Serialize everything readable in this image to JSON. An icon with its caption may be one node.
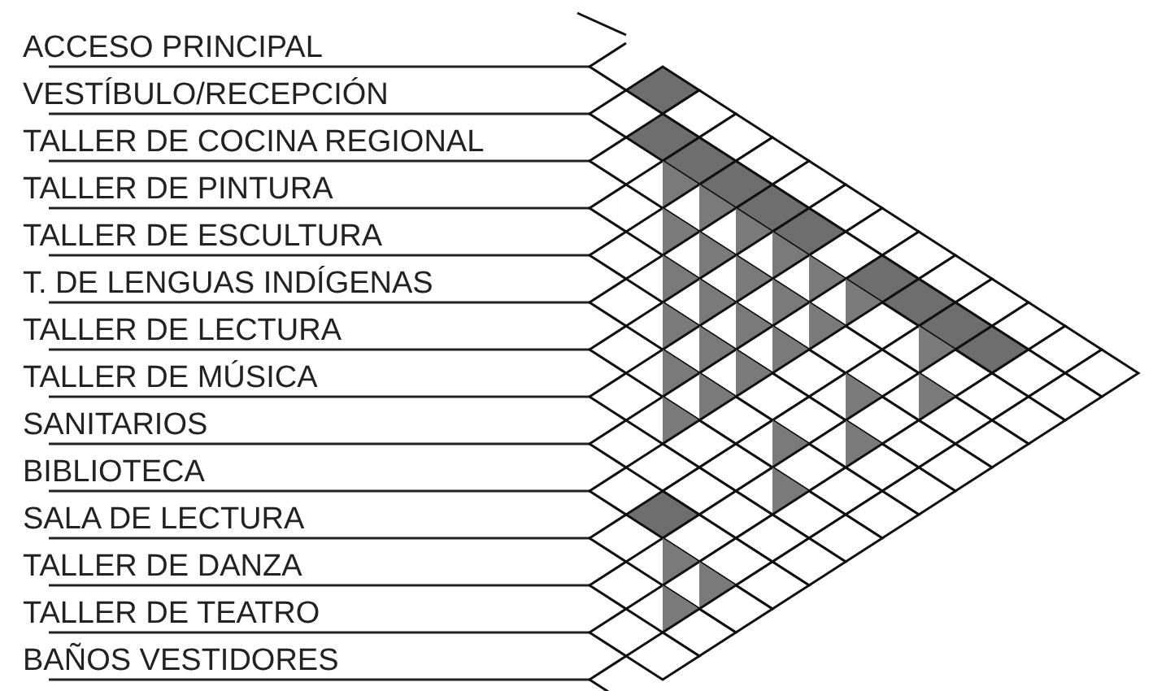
{
  "diagram": {
    "labels": [
      "ACCESO PRINCIPAL",
      "VESTÍBULO/RECEPCIÓN",
      "TALLER DE COCINA REGIONAL",
      "TALLER DE PINTURA",
      "TALLER DE ESCULTURA",
      "T. DE LENGUAS INDÍGENAS",
      "TALLER DE LECTURA",
      "TALLER DE MÚSICA",
      "SANITARIOS",
      "BIBLIOTECA",
      "SALA DE LECTURA",
      "TALLER DE DANZA",
      "TALLER DE TEATRO",
      "BAÑOS VESTIDORES"
    ]
  }
}
